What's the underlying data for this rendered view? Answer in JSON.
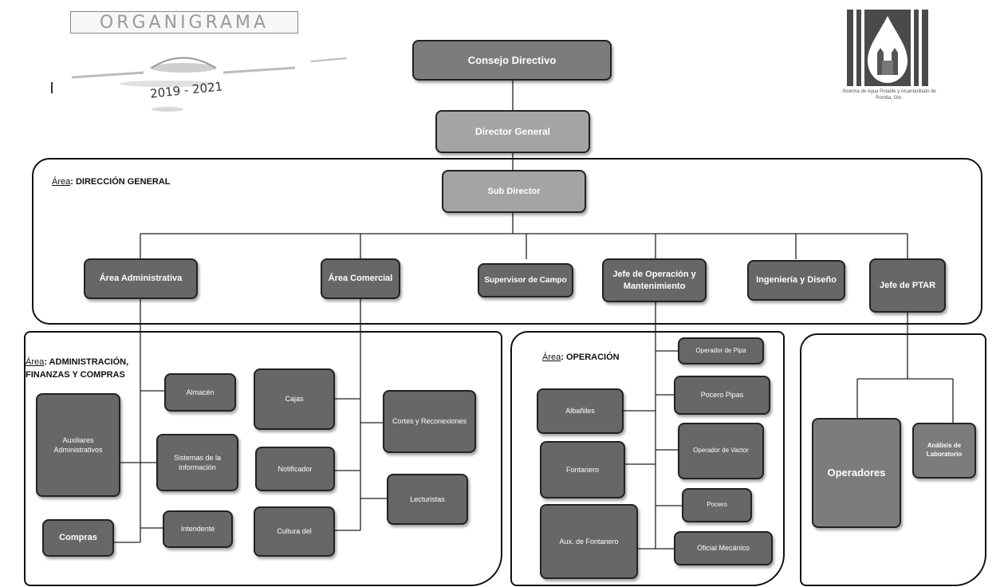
{
  "header": {
    "title": "ORGANIGRAMA",
    "years": "2019 - 2021",
    "logo_caption": "Sistema de Agua Potable y Alcantarillado de Romita, Gto."
  },
  "nodes": {
    "consejo": "Consejo Directivo",
    "director": "Director General",
    "subdirector": "Sub Director",
    "administrativa": "Área Administrativa",
    "comercial": "Área Comercial",
    "supervisor": "Supervisor de Campo",
    "jefe_operacion": "Jefe de Operación y Mantenimiento",
    "ingenieria": "Ingeniería y Diseño",
    "jefe_ptar": "Jefe de PTAR",
    "auxiliares": "Auxiliares Administrativos",
    "compras": "Compras",
    "almacen": "Almacén",
    "sistemas": "Sistemas de la información",
    "intendente": "Intendente",
    "cajas": "Cajas",
    "notificador": "Notificador",
    "cultura": "Cultura del",
    "cortes": "Cortes y Reconexiones",
    "lecturistas": "Lecturistas",
    "albaniles": "Albañiles",
    "fontanero": "Fontanero",
    "aux_fontanero": "Aux. de Fontanero",
    "operador_pipa": "Operador de Pipa",
    "pocero_pipas": "Pocero Pipas",
    "operador_vactor": "Operador de Vactor",
    "pocero": "Pocero",
    "oficial_mecanico": "Oficial Mecánico",
    "operadores": "Operadores",
    "analisis": "Análisis de Laboratorio"
  },
  "areas": {
    "prefix": "Área",
    "direccion": ": DIRECCIÓN GENERAL",
    "administracion_1": ": ADMINISTRACIÓN,",
    "administracion_2": "FINANZAS Y COMPRAS",
    "operacion": ": OPERACIÓN"
  },
  "icons": {
    "logo": "water-drop-church-logo",
    "decoration": "water-splash-graphic"
  },
  "colors": {
    "box_dark": "#676767",
    "box_light": "#a4a4a4",
    "line": "#222222"
  }
}
